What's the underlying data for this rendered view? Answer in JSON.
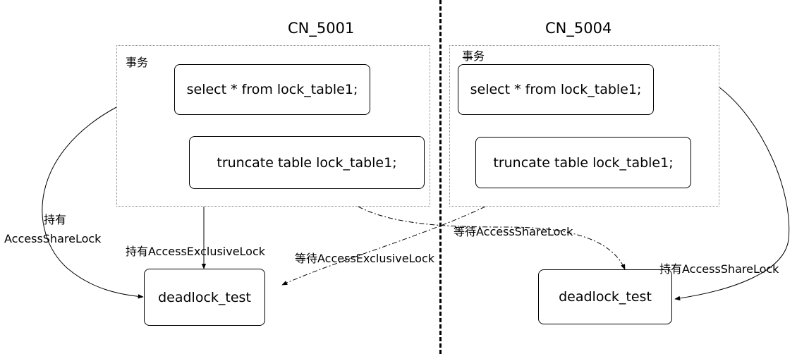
{
  "left": {
    "cn_label": "CN_5001",
    "txn_label": "事务",
    "select_stmt": "select * from lock_table1;",
    "truncate_stmt": "truncate table lock_table1;",
    "table_node": "deadlock_test",
    "hold_share_line1": "持有",
    "hold_share_line2": "AccessShareLock",
    "hold_exclusive": "持有AccessExclusiveLock"
  },
  "right": {
    "cn_label": "CN_5004",
    "txn_label": "事务",
    "select_stmt": "select * from lock_table1;",
    "truncate_stmt": "truncate table lock_table1;",
    "table_node": "deadlock_test",
    "hold_share": "持有AccessShareLock"
  },
  "cross": {
    "wait_exclusive": "等待AccessExclusiveLock",
    "wait_share": "等待AccessShareLock"
  }
}
